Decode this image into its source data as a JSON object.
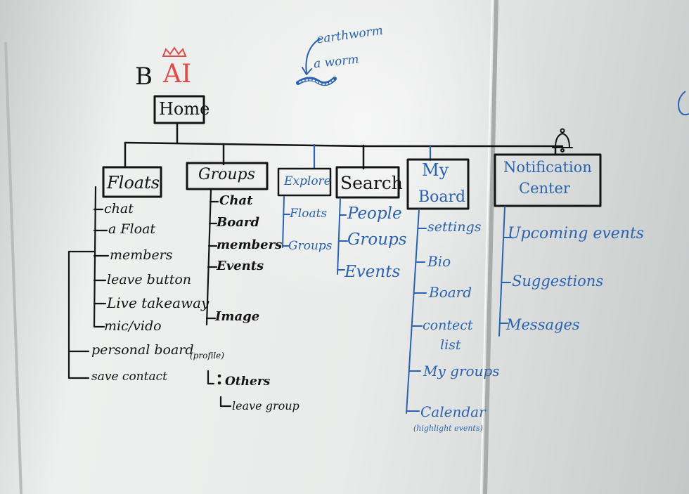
{
  "colors": {
    "black_marker": "#141414",
    "blue_marker": "#2a62b3",
    "red_marker": "#e24a4a",
    "board": "#eceeed"
  },
  "logo": {
    "b": "B",
    "ai": "AI"
  },
  "root": "Home",
  "annotation": {
    "line1": "earthworm",
    "line2": "a worm"
  },
  "floats": {
    "title": "Floats",
    "items": [
      "chat",
      "a Float",
      "members",
      "leave button",
      "Live takeaway",
      "mic/vido"
    ]
  },
  "personal_board": {
    "label": "personal board",
    "note": "(profile)"
  },
  "save_contact": "save contact",
  "groups": {
    "title": "Groups",
    "items": [
      "Chat",
      "Board",
      "members",
      "Events",
      "Image"
    ],
    "others": "Others",
    "leave_group": "leave group"
  },
  "explore": {
    "title": "Explore",
    "items": [
      "Floats",
      "Groups"
    ]
  },
  "search": {
    "title": "Search",
    "items": [
      "People",
      "Groups",
      "Events"
    ]
  },
  "my_board": {
    "title_line1": "My",
    "title_line2": "Board",
    "items": [
      "settings",
      "Bio",
      "Board",
      "contect",
      "list",
      "My groups",
      "Calendar"
    ],
    "calendar_note": "(highlight events)"
  },
  "notification": {
    "title_line1": "Notification",
    "title_line2": "Center",
    "items": [
      "Upcoming events",
      "Suggestions",
      "Messages"
    ],
    "icon": "bell-icon"
  }
}
